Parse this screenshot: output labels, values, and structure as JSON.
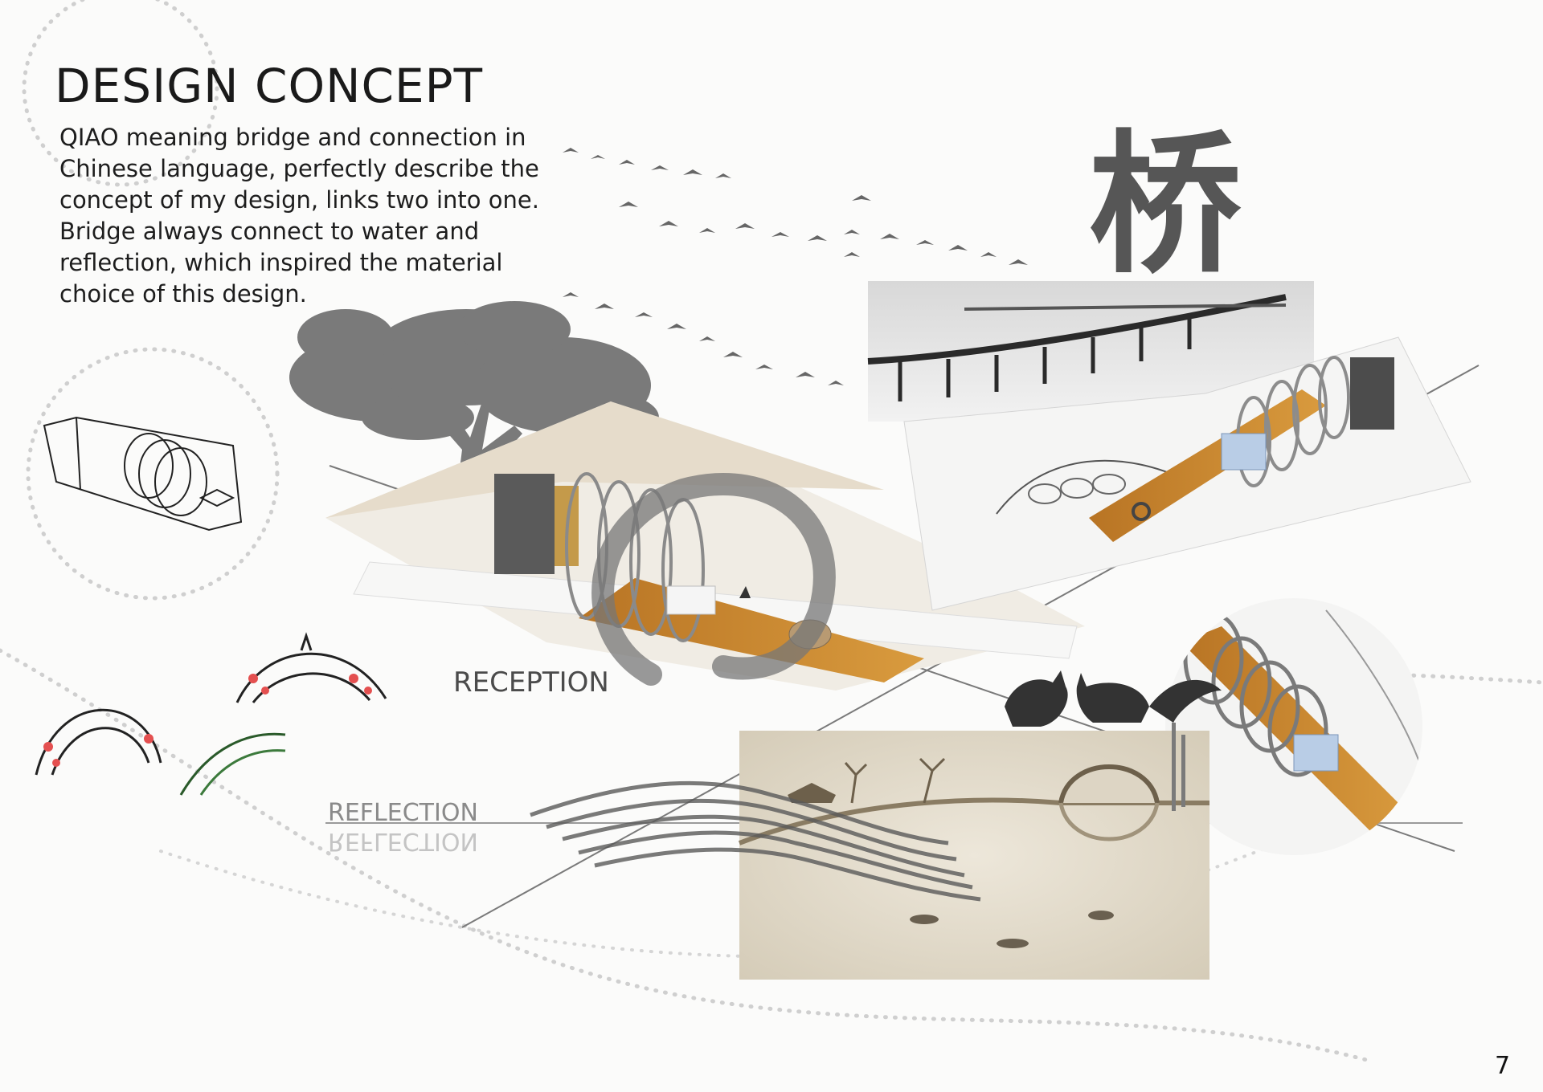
{
  "page": {
    "title": "DESIGN CONCEPT",
    "intro_lines": [
      "QIAO meaning bridge and connection in",
      "Chinese language, perfectly describe the",
      "concept of my design, links two into one.",
      "Bridge always connect to water and",
      "reflection, which inspired the material",
      "choice of this design."
    ],
    "hanzi": "桥",
    "labels": {
      "reception": "RECEPTION",
      "reflection": "REFLECTION"
    },
    "page_number": "7"
  },
  "colors": {
    "background": "#fbfbfa",
    "ink": "#5a5a5a",
    "wood": "#c9892f",
    "sepia": "#ddd5c4",
    "sketch_red": "#e04545",
    "sketch_green": "#3c7a3c"
  }
}
